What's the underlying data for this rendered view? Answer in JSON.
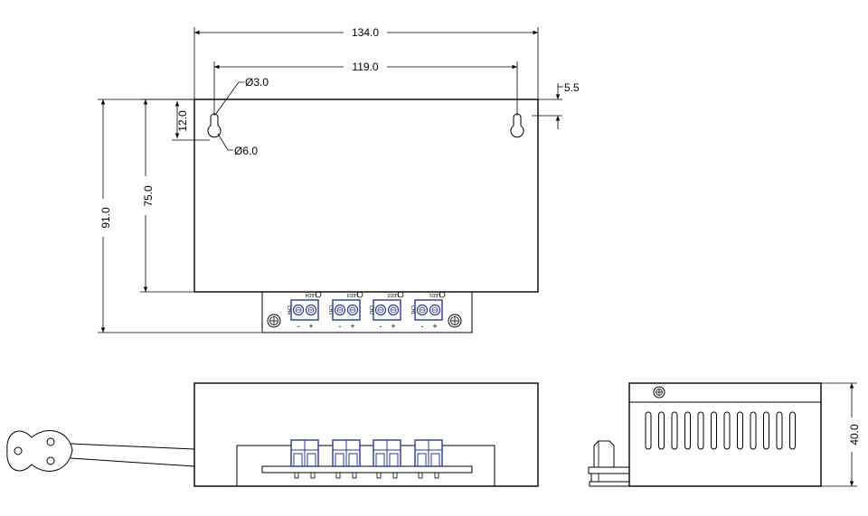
{
  "dimensions": {
    "overall_width": "134.0",
    "hole_spacing": "119.0",
    "hole_small": "Ø3.0",
    "hole_large": "Ø6.0",
    "hole_offset": "12.0",
    "top_offset": "5.5",
    "overall_height": "91.0",
    "body_height": "75.0",
    "side_height": "40.0"
  },
  "terminals": [
    {
      "channel": "CH4",
      "led": "LED4"
    },
    {
      "channel": "CH3",
      "led": "LED3"
    },
    {
      "channel": "CH2",
      "led": "LED2"
    },
    {
      "channel": "CH1",
      "led": "LED1"
    }
  ],
  "polarity": {
    "minus": "-",
    "plus": "+"
  },
  "colors": {
    "line": "#000000",
    "connector": "#2b3a8f",
    "fill": "#ffffff"
  }
}
